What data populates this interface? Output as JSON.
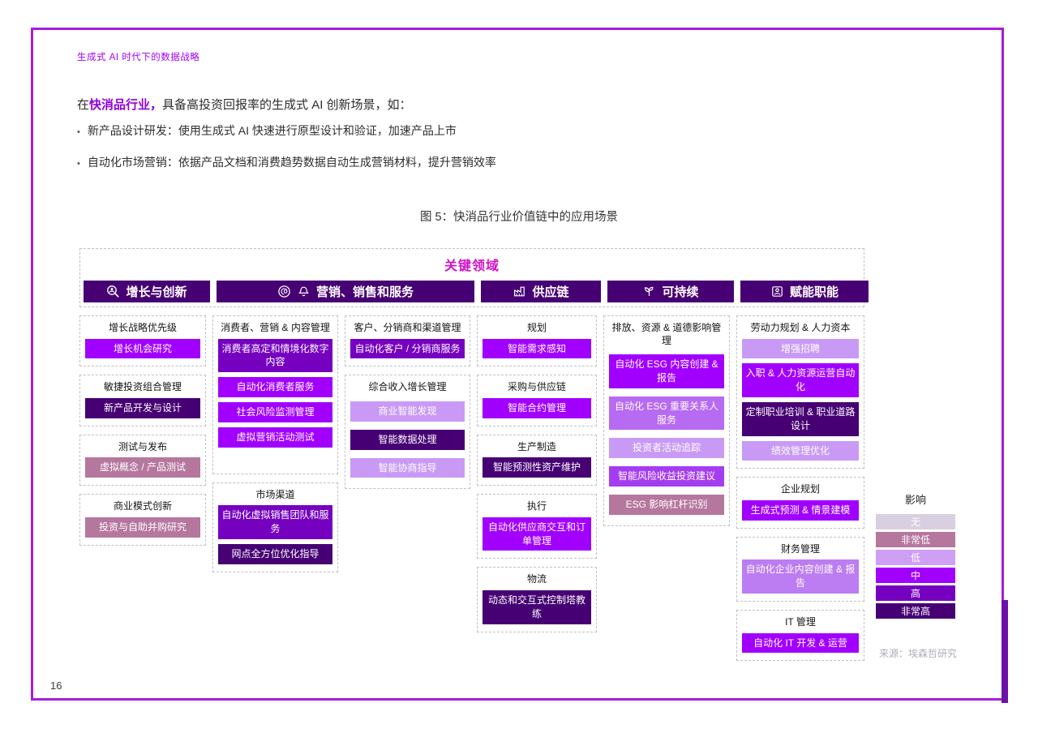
{
  "page": {
    "eyebrow": "生成式 AI 时代下的数据战略",
    "intro": {
      "prefix": "在",
      "highlight": "快消品行业，",
      "rest": "具备高投资回报率的生成式 AI 创新场景，如："
    },
    "bullets": [
      "新产品设计研发：使用生成式 AI 快速进行原型设计和验证，加速产品上市",
      "自动化市场营销：依据产品文档和消费趋势数据自动生成营销材料，提升营销效率"
    ],
    "figure_caption": "图 5：快消品行业价值链中的应用场景",
    "source": "来源：埃森哲研究",
    "page_number": "16"
  },
  "colors": {
    "frame": "#a81cd8",
    "header_bar": "#460073",
    "key_title": "#d113c6",
    "accent_purple": "#a100ff"
  },
  "diagram": {
    "title": "关键领域",
    "columns": [
      {
        "header": "增长与创新",
        "icon": "magnifier-person-icon",
        "groups": [
          {
            "title": "增长战略优先级",
            "items": [
              {
                "label": "增长机会研究",
                "color": "#a100ff"
              }
            ]
          },
          {
            "title": "敏捷投资组合管理",
            "items": [
              {
                "label": "新产品开发与设计",
                "color": "#460073"
              }
            ]
          },
          {
            "title": "测试与发布",
            "items": [
              {
                "label": "虚拟概念 / 产品测试",
                "color": "#b5779e"
              }
            ]
          },
          {
            "title": "商业模式创新",
            "items": [
              {
                "label": "投资与自助并购研究",
                "color": "#b5779e"
              }
            ]
          }
        ]
      },
      {
        "header": "营销、销售和服务",
        "icons": [
          "engagement-swirl-icon",
          "service-bell-icon"
        ],
        "subcols": [
          {
            "groups": [
              {
                "title": "消费者、营销 & 内容管理",
                "items": [
                  {
                    "label": "消费者高定和情境化数字内容",
                    "color": "#7500c0"
                  },
                  {
                    "label": "自动化消费者服务",
                    "color": "#a100ff"
                  },
                  {
                    "label": "社会风险监测管理",
                    "color": "#a100ff"
                  },
                  {
                    "label": "虚拟营销活动测试",
                    "color": "#a100ff"
                  }
                ]
              },
              {
                "title": "市场渠道",
                "items": [
                  {
                    "label": "自动化虚拟销售团队和服务",
                    "color": "#7500c0"
                  },
                  {
                    "label": "网点全方位优化指导",
                    "color": "#460073"
                  }
                ]
              }
            ]
          },
          {
            "groups": [
              {
                "title": "客户、分销商和渠道管理",
                "items": [
                  {
                    "label": "自动化客户 / 分销商服务",
                    "color": "#7500c0"
                  }
                ]
              },
              {
                "title": "综合收入增长管理",
                "items": [
                  {
                    "label": "商业智能发现",
                    "color": "#c99af5"
                  },
                  {
                    "label": "智能数据处理",
                    "color": "#460073"
                  },
                  {
                    "label": "智能协商指导",
                    "color": "#c99af5"
                  }
                ]
              }
            ]
          }
        ]
      },
      {
        "header": "供应链",
        "icon": "factory-icon",
        "groups": [
          {
            "title": "规划",
            "items": [
              {
                "label": "智能需求感知",
                "color": "#a100ff"
              }
            ]
          },
          {
            "title": "采购与供应链",
            "items": [
              {
                "label": "智能合约管理",
                "color": "#a100ff"
              }
            ]
          },
          {
            "title": "生产制造",
            "items": [
              {
                "label": "智能预测性资产维护",
                "color": "#460073"
              }
            ]
          },
          {
            "title": "执行",
            "items": [
              {
                "label": "自动化供应商交互和订单管理",
                "color": "#a100ff"
              }
            ]
          },
          {
            "title": "物流",
            "items": [
              {
                "label": "动态和交互式控制塔教练",
                "color": "#460073"
              }
            ]
          }
        ]
      },
      {
        "header": "可持续",
        "icon": "sustainability-leaf-icon",
        "groups": [
          {
            "title": "排放、资源 & 道德影响管理",
            "items": [
              {
                "label": "自动化 ESG 内容创建 & 报告",
                "color": "#a100ff"
              },
              {
                "label": "自动化 ESG 重要关系人服务",
                "color": "#b76af2"
              },
              {
                "label": "投资者活动追踪",
                "color": "#c99af5"
              },
              {
                "label": "智能风险收益投资建议",
                "color": "#a43df0"
              },
              {
                "label": "ESG 影响杠杆识别",
                "color": "#b5779e"
              }
            ]
          }
        ]
      },
      {
        "header": "赋能职能",
        "icon": "person-badge-icon",
        "groups": [
          {
            "title": "劳动力规划 & 人力资本",
            "items": [
              {
                "label": "增强招聘",
                "color": "#c99af5"
              },
              {
                "label": "入职 & 人力资源运营自动化",
                "color": "#a100ff"
              },
              {
                "label": "定制职业培训 & 职业道路设计",
                "color": "#460073"
              },
              {
                "label": "绩效管理优化",
                "color": "#c99af5"
              }
            ]
          },
          {
            "title": "企业规划",
            "items": [
              {
                "label": "生成式预测 & 情景建模",
                "color": "#a100ff"
              }
            ]
          },
          {
            "title": "财务管理",
            "items": [
              {
                "label": "自动化企业内容创建 & 报告",
                "color": "#bc7cf2"
              }
            ]
          },
          {
            "title": "IT 管理",
            "items": [
              {
                "label": "自动化 IT 开发 & 运营",
                "color": "#a100ff"
              }
            ]
          }
        ]
      }
    ],
    "legend": {
      "title": "影响",
      "items": [
        {
          "label": "无",
          "color": "#d9cfe0"
        },
        {
          "label": "非常低",
          "color": "#b5779e"
        },
        {
          "label": "低",
          "color": "#cf9ef5"
        },
        {
          "label": "中",
          "color": "#a100ff"
        },
        {
          "label": "高",
          "color": "#7500c0"
        },
        {
          "label": "非常高",
          "color": "#460073"
        }
      ]
    }
  }
}
